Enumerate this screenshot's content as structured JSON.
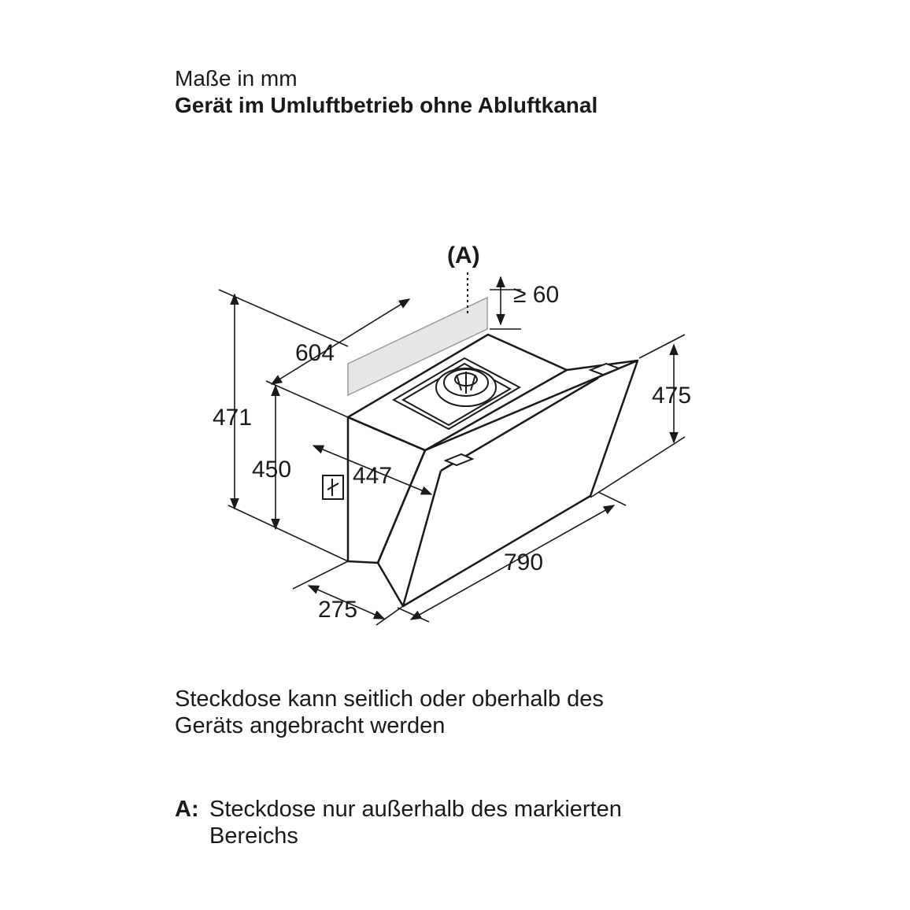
{
  "header": {
    "units": "Maße in mm",
    "mode": "Gerät im Umluftbetrieb ohne Abluftkanal"
  },
  "dimensions": {
    "width": "604",
    "total_height": "471",
    "body_height": "450",
    "depth_top": "447",
    "glass_height": "475",
    "diagonal_length": "790",
    "bottom_depth": "275",
    "clearance": "≥ 60",
    "zone_label": "(A)"
  },
  "notes": {
    "socket_line1": "Steckdose kann seitlich oder oberhalb des",
    "socket_line2": "Geräts angebracht werden"
  },
  "legend": {
    "key": "A:",
    "line1": "Steckdose nur außerhalb des markierten",
    "line2": "Bereichs"
  },
  "colors": {
    "line": "#1a1a1a",
    "zone_fill": "#e6e6e6",
    "background": "#ffffff"
  }
}
